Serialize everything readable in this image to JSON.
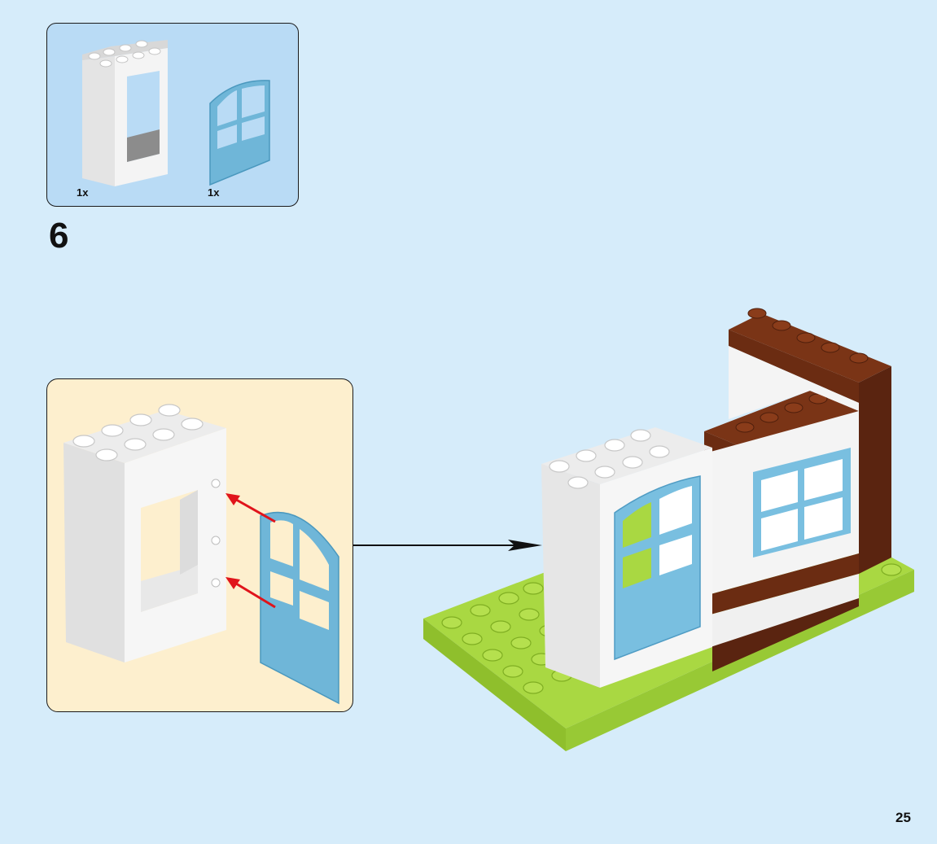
{
  "page": {
    "page_number": "25",
    "background_color": "#d6ecfa"
  },
  "parts_list": {
    "background_color": "#b9dbf5",
    "items": [
      {
        "part": "white-duplo-door-frame-2x4x3",
        "color": "#f2f2f2",
        "quantity_label": "1x"
      },
      {
        "part": "light-blue-duplo-door",
        "color": "#6fb6d8",
        "quantity_label": "1x"
      }
    ]
  },
  "step": {
    "number": "6"
  },
  "callout": {
    "background_color": "#fdefce",
    "description_icons": [
      "door-frame-icon",
      "door-icon",
      "red-attach-arrow-icon",
      "red-attach-arrow-icon"
    ],
    "arrow_color": "#e0141b"
  },
  "assembly": {
    "colors": {
      "baseplate": "#a9d842",
      "brown": "#6b2c12",
      "white": "#f4f4f4",
      "blue": "#79bfe0"
    }
  }
}
